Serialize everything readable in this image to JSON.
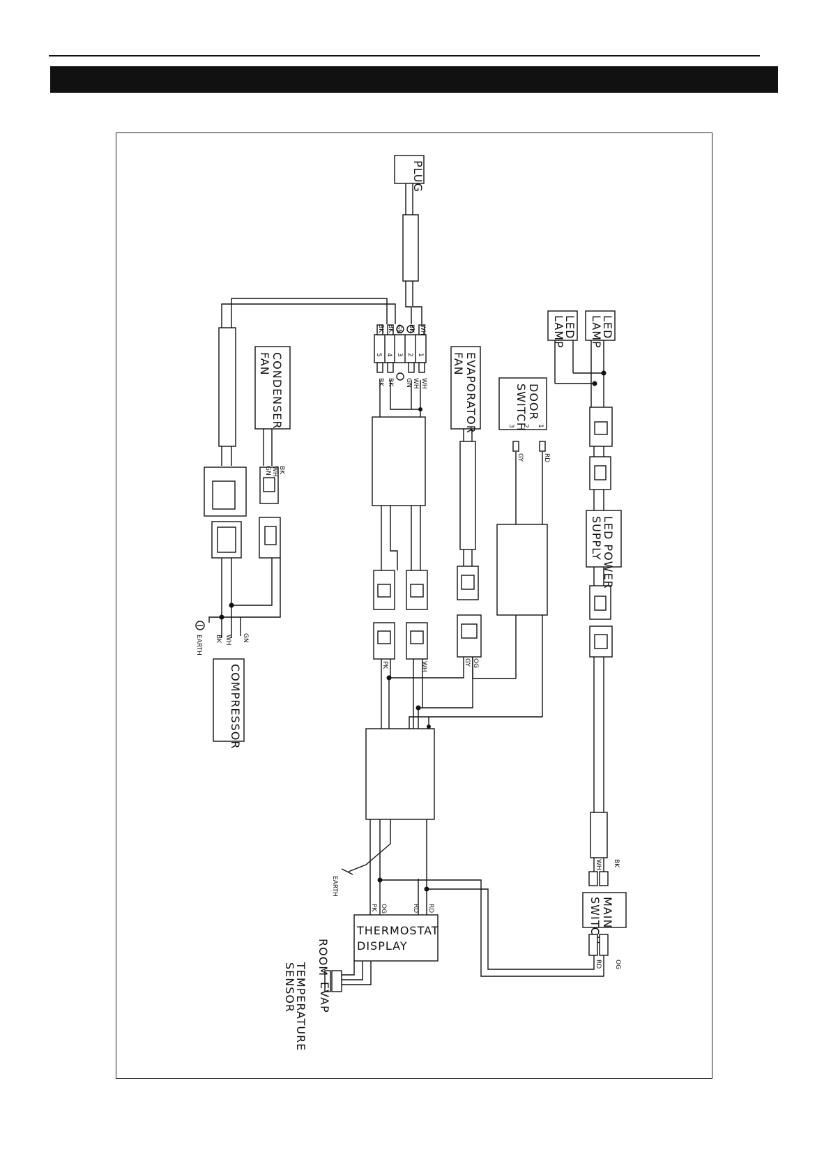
{
  "header": {
    "title": ""
  },
  "labels": {
    "plug": "PLUG",
    "condenser_fan": [
      "CONDENSER",
      "FAN"
    ],
    "evaporator_fan": [
      "EVAPORATOR",
      "FAN"
    ],
    "door_switch": [
      "DOOR",
      "SWITCH"
    ],
    "led_lamp_1": [
      "LED",
      "LAMP"
    ],
    "led_lamp_2": [
      "LED",
      "LAMP"
    ],
    "led_power_supply": [
      "LED POWER",
      "SUPPLY"
    ],
    "compressor": "COMPRESSOR",
    "main_switch": [
      "MAIN",
      "SWITCH"
    ],
    "thermostat_display": [
      "THERMOSTAT",
      "DISPLAY"
    ],
    "room": "ROOM",
    "evap": "EVAP",
    "temperature_sensor": [
      "TEMPERATURE",
      "SENSOR"
    ],
    "earth": "EARTH"
  },
  "terminal_numbers": [
    "1",
    "2",
    "3",
    "4",
    "5"
  ],
  "door_switch_pins": [
    "3",
    "2",
    "1"
  ],
  "wire_codes": {
    "terminal_in": [
      "WH",
      "BK",
      "GN",
      "BK",
      "BK"
    ],
    "terminal_out": [
      "WH",
      "WH",
      "GN",
      "BK",
      "BK"
    ],
    "condenser_fan": [
      "BK",
      "GN",
      "WH"
    ],
    "compressor": [
      "BK",
      "WH",
      "GN"
    ],
    "door_switch": [
      "GY",
      "RD"
    ],
    "main_switch_in": [
      "WH",
      "BK"
    ],
    "main_switch_out": [
      "RD",
      "OG"
    ],
    "thermostat": [
      "PK",
      "OG",
      "RD",
      "RD"
    ],
    "controller_connectors": [
      "PK",
      "WH",
      "GY",
      "OG"
    ],
    "sensors": [
      "ROOM",
      "EVAP"
    ]
  },
  "colors": {
    "line": "#111111",
    "background": "#ffffff",
    "title_bar": "#111111"
  }
}
